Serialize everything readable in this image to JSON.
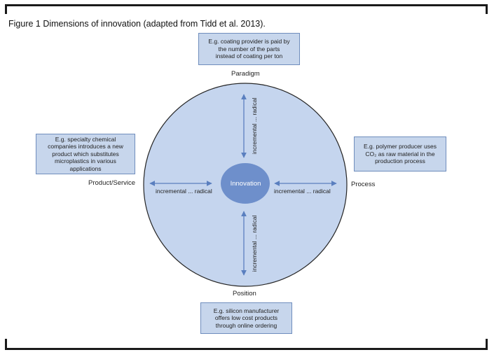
{
  "title": "Figure 1 Dimensions of innovation (adapted from Tidd et al. 2013).",
  "center": "Innovation",
  "dimensions": {
    "top": "Paradigm",
    "left": "Product/Service",
    "right": "Process",
    "bottom": "Position"
  },
  "axis_text": {
    "horizontal_left": "incremental ... radical",
    "horizontal_right": "incremental ... radical",
    "vertical_top": "incremental ... radical",
    "vertical_bottom": "incremental ... radical"
  },
  "examples": {
    "paradigm": [
      "E.g. coating provider is paid by",
      "the number of the parts",
      "instead of coating per ton"
    ],
    "product": [
      "E.g. specialty chemical",
      "companies introduces a new",
      "product which substitutes",
      "microplastics in various",
      "applications"
    ],
    "process": [
      "E.g. polymer producer uses",
      "CO₂ as raw material in the",
      "production process"
    ],
    "position": [
      "E.g. silicon manufacturer",
      "offers low cost products",
      "through online ordering"
    ]
  },
  "colors": {
    "circle_fill": "#c5d5ee",
    "circle_stroke": "#252525",
    "center_fill": "#6e8fcb",
    "arrow": "#5a7fbf",
    "box_fill": "#c7d6ec"
  }
}
